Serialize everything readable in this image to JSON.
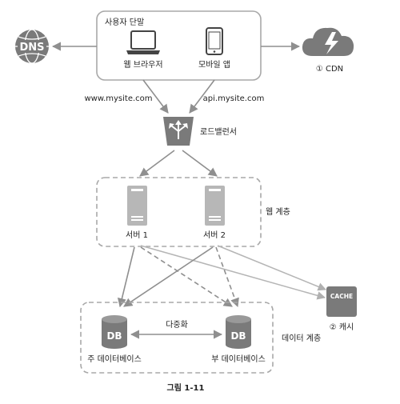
{
  "user_terminal": {
    "title": "사용자 단말",
    "web_browser": "웹 브라우저",
    "mobile_app": "모바일 앱"
  },
  "dns": {
    "icon_text": "DNS"
  },
  "cdn": {
    "label": "① CDN"
  },
  "urls": {
    "web": "www.mysite.com",
    "api": "api.mysite.com"
  },
  "load_balancer": {
    "label": "로드밸런서"
  },
  "web_tier": {
    "label": "웹 계층",
    "server1": "서버 1",
    "server2": "서버 2"
  },
  "cache": {
    "icon_text": "CACHE",
    "label": "② 캐시"
  },
  "data_tier": {
    "label": "데이터 계층",
    "db_icon_text": "DB",
    "replication": "다중화",
    "primary": "주 데이터베이스",
    "replica": "부 데이터베이스"
  },
  "caption": "그림 1-11",
  "colors": {
    "icon_gray": "#777777",
    "line_gray": "#999999",
    "box_border": "#a8a8a8"
  }
}
